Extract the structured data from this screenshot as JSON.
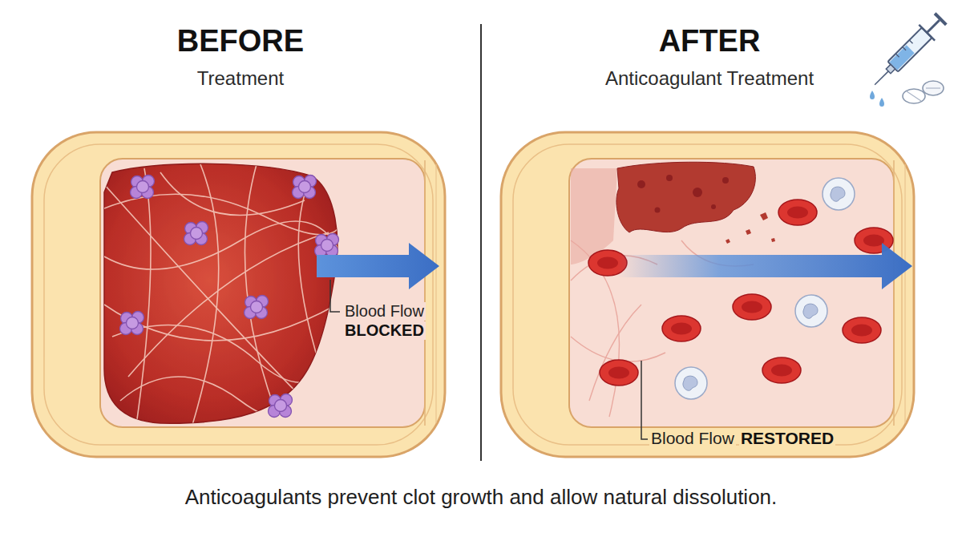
{
  "diagram": {
    "caption": "Anticoagulants prevent clot growth and allow natural dissolution.",
    "labels": [
      "BEFORE",
      "Treatment",
      "AFTER",
      "Anticoagulant Treatment",
      "Blood Flow",
      "BLOCKED",
      "Blood Flow",
      "RESTORED"
    ]
  }
}
